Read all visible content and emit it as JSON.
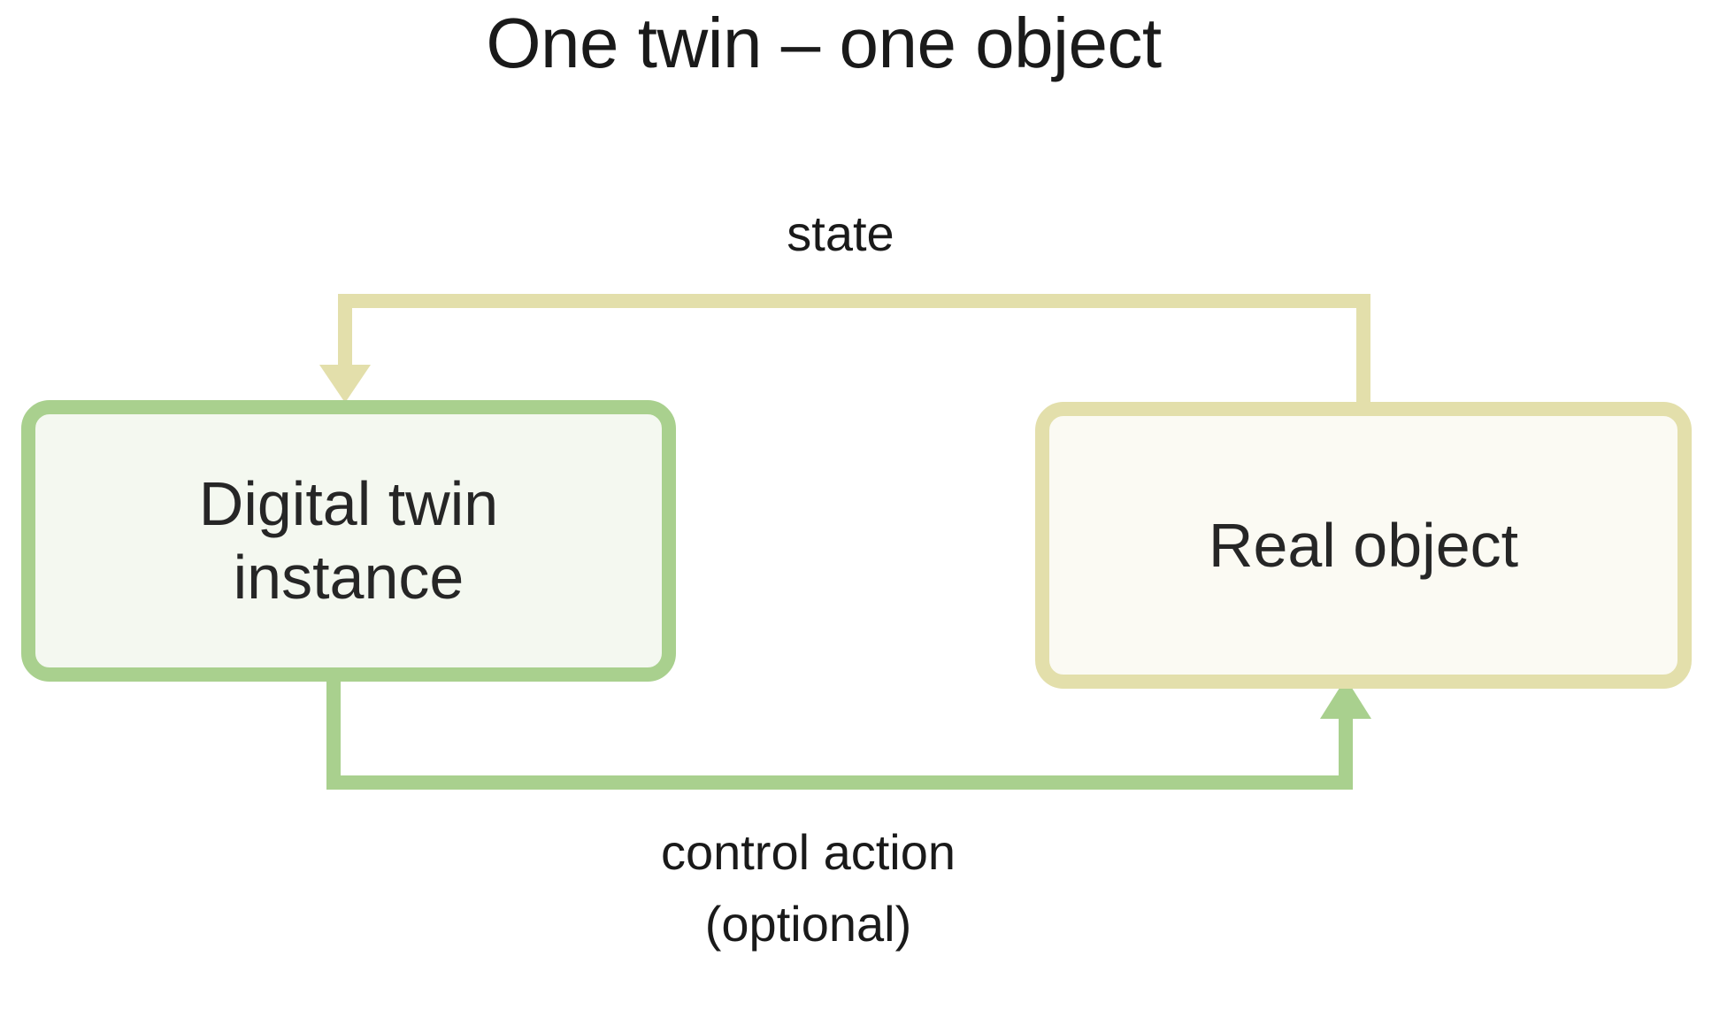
{
  "title": "One twin – one object",
  "colors": {
    "background": "#ffffff",
    "green_stroke": "#a9d08e",
    "green_fill": "#f4f8f0",
    "yellow_stroke": "#e3dfab",
    "yellow_fill": "#fbfaf3",
    "text": "#1a1a1a"
  },
  "nodes": [
    {
      "id": "digital-twin-instance",
      "label": "Digital twin\ninstance",
      "border_color": "#a9d08e",
      "fill_color": "#f4f8f0"
    },
    {
      "id": "real-object",
      "label": "Real object",
      "border_color": "#e3dfab",
      "fill_color": "#fbfaf3"
    }
  ],
  "edges": [
    {
      "id": "state-edge",
      "label": "state",
      "from": "real-object",
      "to": "digital-twin-instance",
      "color": "#e3dfab"
    },
    {
      "id": "control-action-edge",
      "label": "control action",
      "label_line2": "(optional)",
      "from": "digital-twin-instance",
      "to": "real-object",
      "color": "#a9d08e"
    }
  ]
}
